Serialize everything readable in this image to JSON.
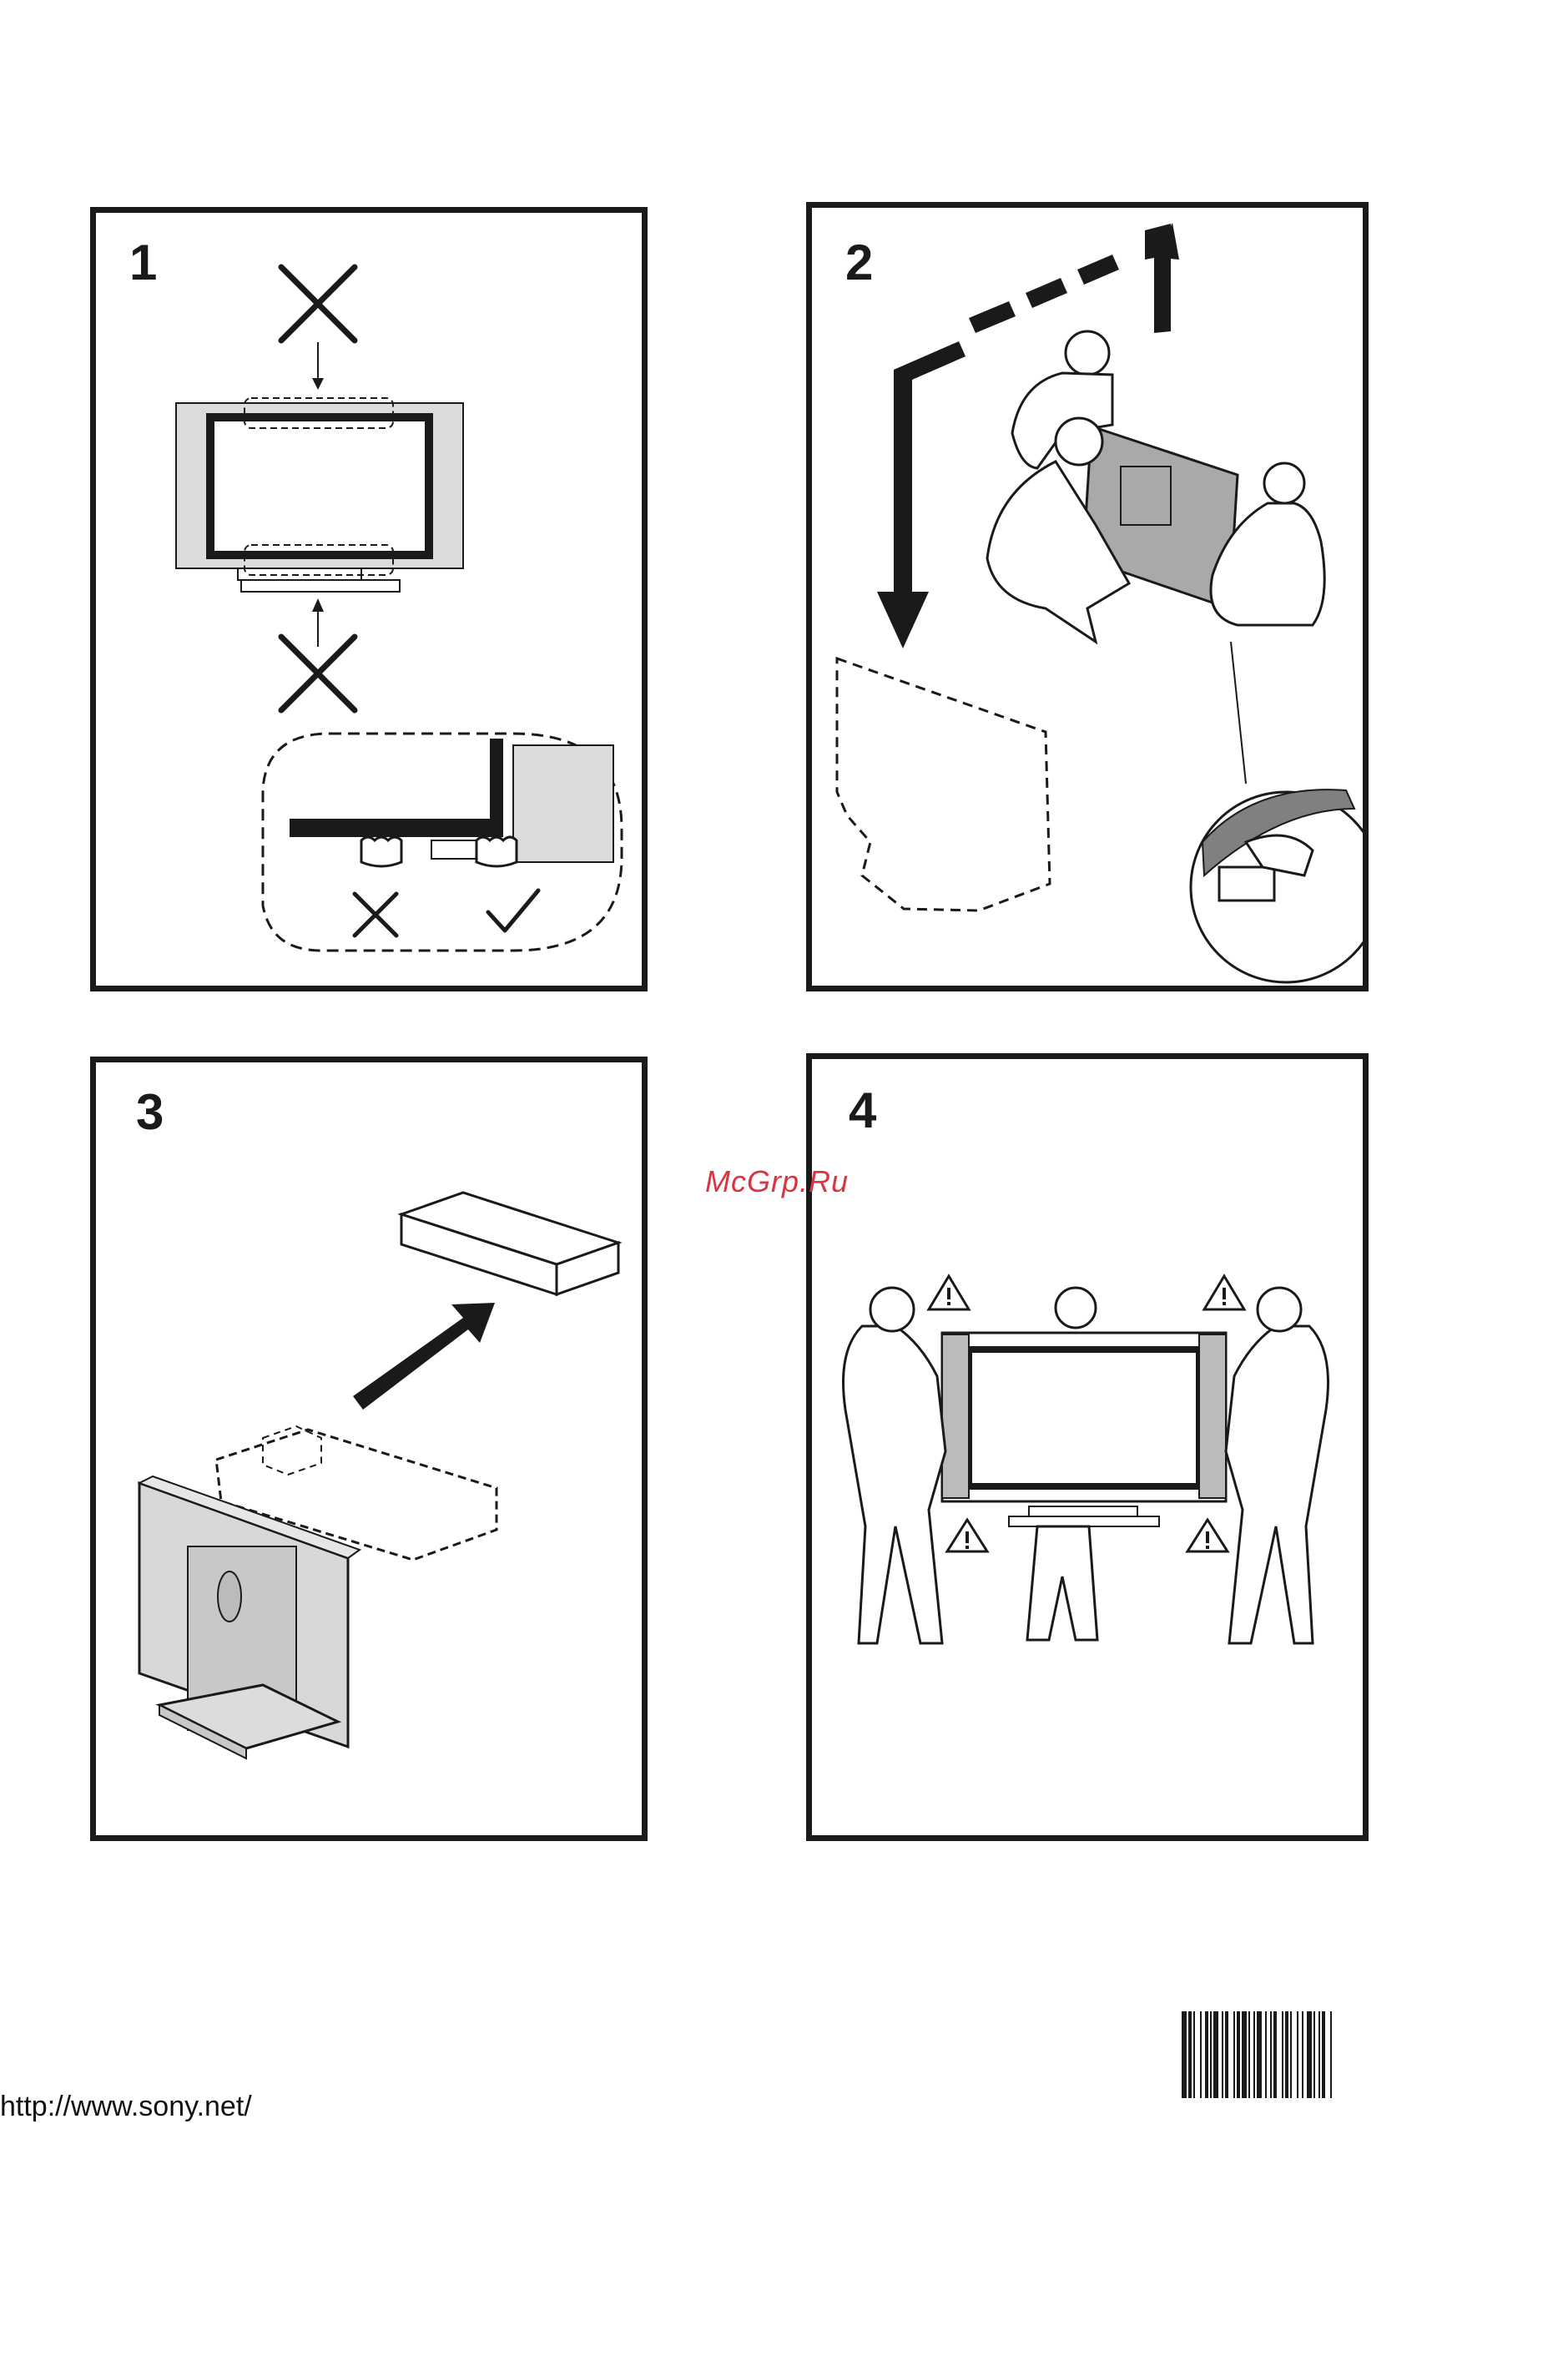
{
  "panels": [
    {
      "id": "p1",
      "number": "1"
    },
    {
      "id": "p2",
      "number": "2"
    },
    {
      "id": "p3",
      "number": "3"
    },
    {
      "id": "p4",
      "number": "4"
    }
  ],
  "watermark": "McGrp.Ru",
  "footer": {
    "url": "http://www.sony.net/"
  },
  "icons": {
    "wrong_mark": "cross-icon",
    "right_mark": "check-icon",
    "warning": "warning-triangle-icon"
  },
  "colors": {
    "line": "#1a1a1a",
    "tv_bezel": "#dcdcdc",
    "tv_back": "#a9a9a9",
    "watermark": "#d9343f"
  }
}
